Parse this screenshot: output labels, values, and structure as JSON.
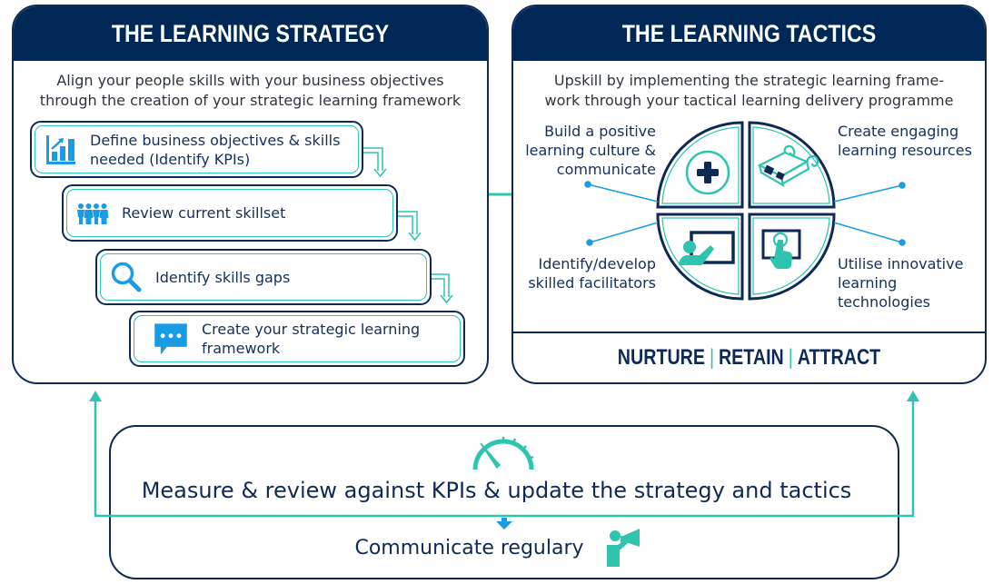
{
  "strategy": {
    "title": "THE LEARNING STRATEGY",
    "subtitle_line1": "Align your people skills with your business objectives",
    "subtitle_line2": "through the creation of your strategic learning framework",
    "steps": [
      {
        "icon": "bar-chart-growth-icon",
        "line1": "Define business objectives & skills",
        "line2": "needed (Identify KPIs)"
      },
      {
        "icon": "people-group-icon",
        "line1": "Review current skillset",
        "line2": ""
      },
      {
        "icon": "magnifier-icon",
        "line1": "Identify skills gaps",
        "line2": ""
      },
      {
        "icon": "chat-bubble-icon",
        "line1": "Create your strategic learning",
        "line2": "framework"
      }
    ]
  },
  "tactics": {
    "title": "THE LEARNING TACTICS",
    "subtitle_line1": "Upskill by implementing the strategic learning frame-",
    "subtitle_line2": "work through your tactical learning delivery programme",
    "quadrants": [
      {
        "icon": "plus-circle-icon",
        "lines": [
          "Build a positive",
          "learning culture &",
          "communicate"
        ]
      },
      {
        "icon": "3d-glasses-icon",
        "lines": [
          "Create engaging",
          "learning resources"
        ]
      },
      {
        "icon": "presenter-board-icon",
        "lines": [
          "Identify/develop",
          "skilled facilitators"
        ]
      },
      {
        "icon": "touch-screen-icon",
        "lines": [
          "Utilise innovative",
          "learning",
          "technologies"
        ]
      }
    ],
    "footer": {
      "word1": "NURTURE",
      "word2": "RETAIN",
      "word3": "ATTRACT",
      "separator": "|"
    }
  },
  "review": {
    "measure_text": "Measure & review against KPIs & update the strategy and tactics",
    "communicate_text": "Communicate regulary",
    "icons": {
      "top": "speedometer-icon",
      "side": "megaphone-person-icon"
    }
  },
  "colors": {
    "navy": "#002856",
    "teal": "#2ec4b0",
    "blue": "#1a9be6",
    "text": "#14305a"
  }
}
